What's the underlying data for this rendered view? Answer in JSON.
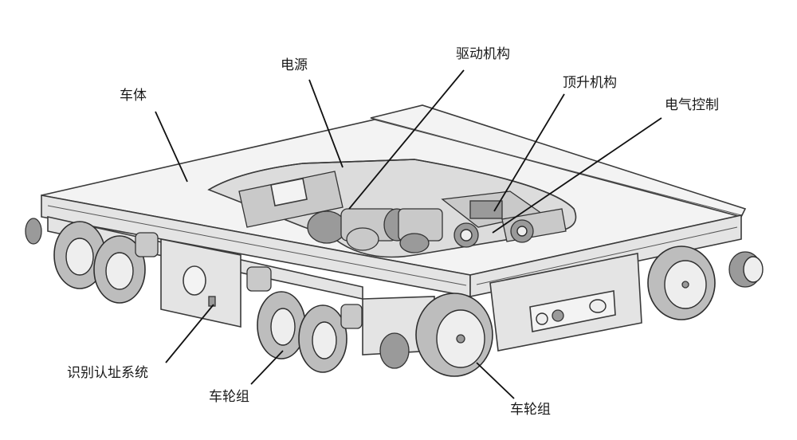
{
  "diagram": {
    "labels": {
      "chassis": "车体",
      "power": "电源",
      "drive": "驱动机构",
      "lift": "顶升机构",
      "electric": "电气控制",
      "id_system": "识别认址系统",
      "wheels_left": "车轮组",
      "wheels_right": "车轮组"
    },
    "colors": {
      "ink": "#3a3a3a",
      "body_fill": "#f3f3f3",
      "side_fill": "#e4e4e4",
      "tire_fill": "#bdbdbd",
      "leader": "#111111"
    }
  }
}
